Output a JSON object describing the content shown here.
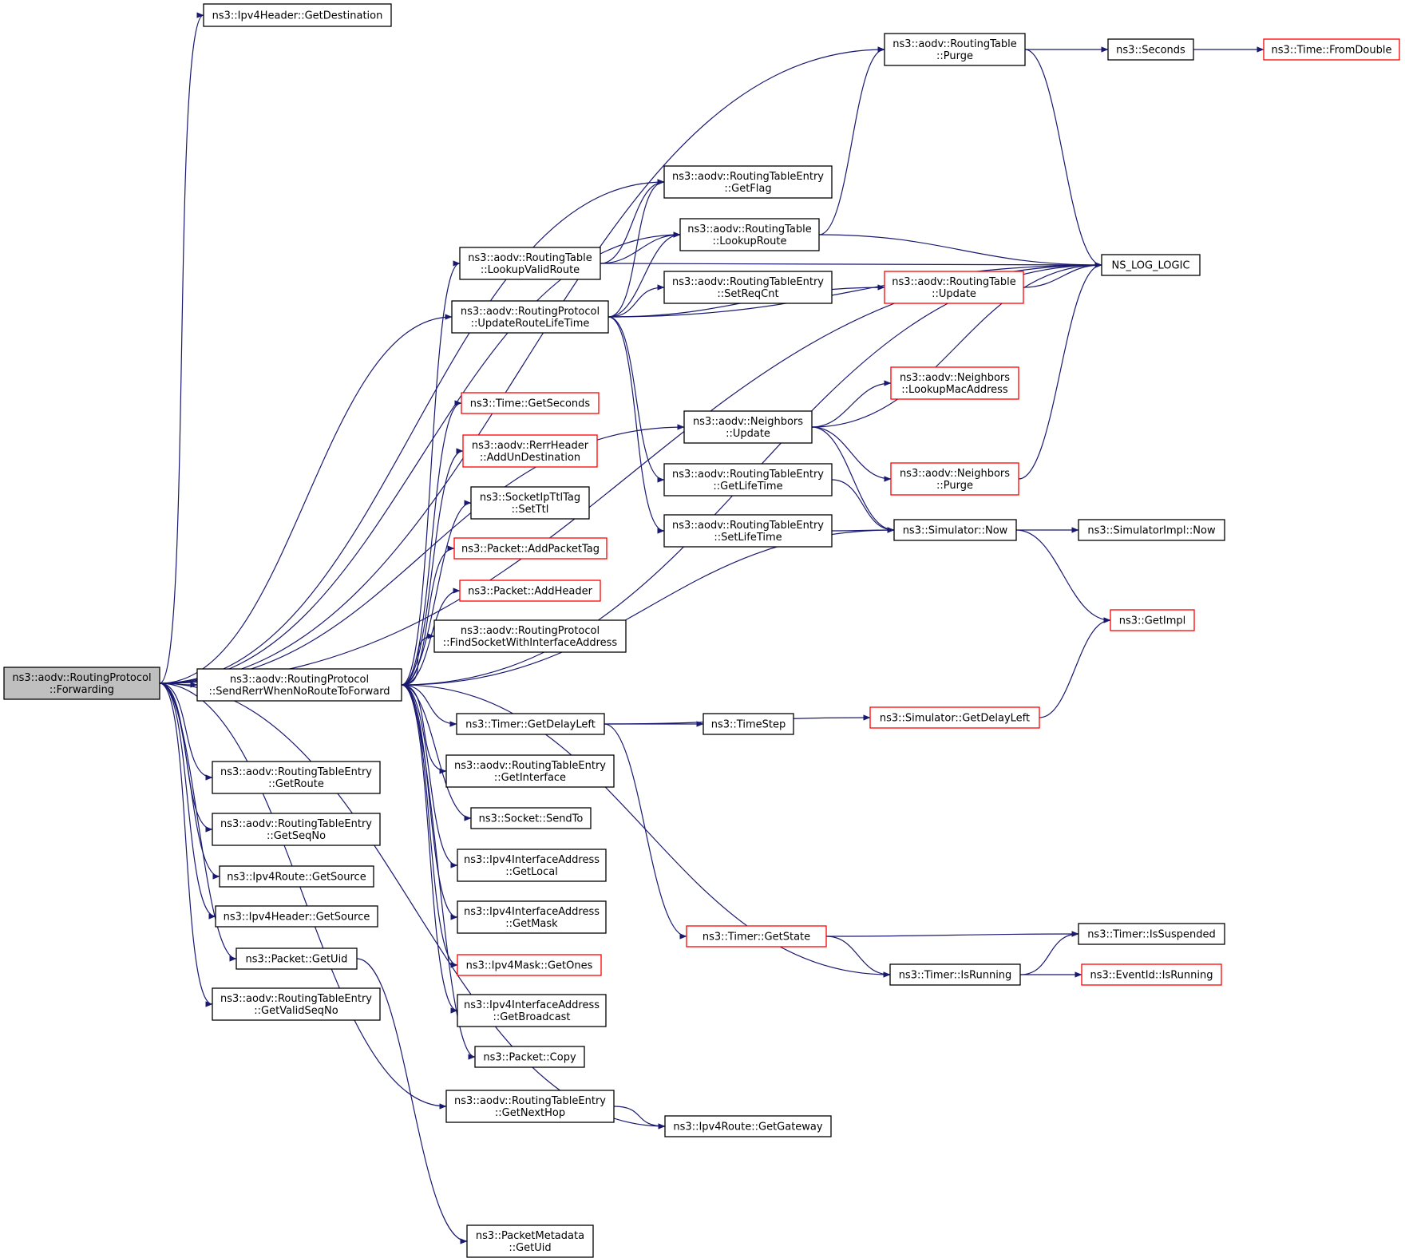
{
  "colors": {
    "edge": "#191970",
    "border_normal": "#000000",
    "border_truncated": "#ff0000",
    "root_fill": "#bfbfbf"
  },
  "nodes": [
    {
      "id": "forwarding",
      "lines": [
        "ns3::aodv::RoutingProtocol",
        "::Forwarding"
      ],
      "style": "root"
    },
    {
      "id": "ipv4hdr_getdest",
      "lines": [
        "ns3::Ipv4Header::GetDestination"
      ],
      "style": "normal"
    },
    {
      "id": "rt_purge",
      "lines": [
        "ns3::aodv::RoutingTable",
        "::Purge"
      ],
      "style": "normal"
    },
    {
      "id": "seconds",
      "lines": [
        "ns3::Seconds"
      ],
      "style": "normal"
    },
    {
      "id": "time_fromdouble",
      "lines": [
        "ns3::Time::FromDouble"
      ],
      "style": "red"
    },
    {
      "id": "rte_getflag",
      "lines": [
        "ns3::aodv::RoutingTableEntry",
        "::GetFlag"
      ],
      "style": "normal"
    },
    {
      "id": "rt_lookuproute",
      "lines": [
        "ns3::aodv::RoutingTable",
        "::LookupRoute"
      ],
      "style": "normal"
    },
    {
      "id": "rt_lookupvalid",
      "lines": [
        "ns3::aodv::RoutingTable",
        "::LookupValidRoute"
      ],
      "style": "normal"
    },
    {
      "id": "ns_log_logic",
      "lines": [
        "NS_LOG_LOGIC"
      ],
      "style": "normal"
    },
    {
      "id": "rte_setreqcnt",
      "lines": [
        "ns3::aodv::RoutingTableEntry",
        "::SetReqCnt"
      ],
      "style": "normal"
    },
    {
      "id": "rt_update",
      "lines": [
        "ns3::aodv::RoutingTable",
        "::Update"
      ],
      "style": "red"
    },
    {
      "id": "rp_updatelife",
      "lines": [
        "ns3::aodv::RoutingProtocol",
        "::UpdateRouteLifeTime"
      ],
      "style": "normal"
    },
    {
      "id": "nb_lookupmac",
      "lines": [
        "ns3::aodv::Neighbors",
        "::LookupMacAddress"
      ],
      "style": "red"
    },
    {
      "id": "time_getseconds",
      "lines": [
        "ns3::Time::GetSeconds"
      ],
      "style": "red"
    },
    {
      "id": "nb_update",
      "lines": [
        "ns3::aodv::Neighbors",
        "::Update"
      ],
      "style": "normal"
    },
    {
      "id": "rerr_addun",
      "lines": [
        "ns3::aodv::RerrHeader",
        "::AddUnDestination"
      ],
      "style": "red"
    },
    {
      "id": "rte_getlifetime",
      "lines": [
        "ns3::aodv::RoutingTableEntry",
        "::GetLifeTime"
      ],
      "style": "normal"
    },
    {
      "id": "nb_purge",
      "lines": [
        "ns3::aodv::Neighbors",
        "::Purge"
      ],
      "style": "red"
    },
    {
      "id": "sock_setttl",
      "lines": [
        "ns3::SocketIpTtlTag",
        "::SetTtl"
      ],
      "style": "normal"
    },
    {
      "id": "rte_setlifetime",
      "lines": [
        "ns3::aodv::RoutingTableEntry",
        "::SetLifeTime"
      ],
      "style": "normal"
    },
    {
      "id": "sim_now",
      "lines": [
        "ns3::Simulator::Now"
      ],
      "style": "normal"
    },
    {
      "id": "simimpl_now",
      "lines": [
        "ns3::SimulatorImpl::Now"
      ],
      "style": "normal"
    },
    {
      "id": "pkt_addtag",
      "lines": [
        "ns3::Packet::AddPacketTag"
      ],
      "style": "red"
    },
    {
      "id": "pkt_addheader",
      "lines": [
        "ns3::Packet::AddHeader"
      ],
      "style": "red"
    },
    {
      "id": "getimpl",
      "lines": [
        "ns3::GetImpl"
      ],
      "style": "red"
    },
    {
      "id": "rp_findsocket",
      "lines": [
        "ns3::aodv::RoutingProtocol",
        "::FindSocketWithInterfaceAddress"
      ],
      "style": "normal"
    },
    {
      "id": "rp_senderr",
      "lines": [
        "ns3::aodv::RoutingProtocol",
        "::SendRerrWhenNoRouteToForward"
      ],
      "style": "normal"
    },
    {
      "id": "sim_getdelayleft",
      "lines": [
        "ns3::Simulator::GetDelayLeft"
      ],
      "style": "red"
    },
    {
      "id": "timer_getdelayleft",
      "lines": [
        "ns3::Timer::GetDelayLeft"
      ],
      "style": "normal"
    },
    {
      "id": "timestep",
      "lines": [
        "ns3::TimeStep"
      ],
      "style": "normal"
    },
    {
      "id": "rte_getroute",
      "lines": [
        "ns3::aodv::RoutingTableEntry",
        "::GetRoute"
      ],
      "style": "normal"
    },
    {
      "id": "rte_getinterface",
      "lines": [
        "ns3::aodv::RoutingTableEntry",
        "::GetInterface"
      ],
      "style": "normal"
    },
    {
      "id": "sock_sendto",
      "lines": [
        "ns3::Socket::SendTo"
      ],
      "style": "normal"
    },
    {
      "id": "rte_getseqno",
      "lines": [
        "ns3::aodv::RoutingTableEntry",
        "::GetSeqNo"
      ],
      "style": "normal"
    },
    {
      "id": "ipv4route_getsource",
      "lines": [
        "ns3::Ipv4Route::GetSource"
      ],
      "style": "normal"
    },
    {
      "id": "ifaddr_getlocal",
      "lines": [
        "ns3::Ipv4InterfaceAddress",
        "::GetLocal"
      ],
      "style": "normal"
    },
    {
      "id": "ipv4hdr_getsource",
      "lines": [
        "ns3::Ipv4Header::GetSource"
      ],
      "style": "normal"
    },
    {
      "id": "ifaddr_getmask",
      "lines": [
        "ns3::Ipv4InterfaceAddress",
        "::GetMask"
      ],
      "style": "normal"
    },
    {
      "id": "timer_getstate",
      "lines": [
        "ns3::Timer::GetState"
      ],
      "style": "red"
    },
    {
      "id": "timer_issuspended",
      "lines": [
        "ns3::Timer::IsSuspended"
      ],
      "style": "normal"
    },
    {
      "id": "pkt_getuid",
      "lines": [
        "ns3::Packet::GetUid"
      ],
      "style": "normal"
    },
    {
      "id": "mask_getones",
      "lines": [
        "ns3::Ipv4Mask::GetOnes"
      ],
      "style": "red"
    },
    {
      "id": "timer_isrunning",
      "lines": [
        "ns3::Timer::IsRunning"
      ],
      "style": "normal"
    },
    {
      "id": "eventid_isrunning",
      "lines": [
        "ns3::EventId::IsRunning"
      ],
      "style": "red"
    },
    {
      "id": "rte_getvalidseqno",
      "lines": [
        "ns3::aodv::RoutingTableEntry",
        "::GetValidSeqNo"
      ],
      "style": "normal"
    },
    {
      "id": "ifaddr_getbroadcast",
      "lines": [
        "ns3::Ipv4InterfaceAddress",
        "::GetBroadcast"
      ],
      "style": "normal"
    },
    {
      "id": "pkt_copy",
      "lines": [
        "ns3::Packet::Copy"
      ],
      "style": "normal"
    },
    {
      "id": "rte_getnexthop",
      "lines": [
        "ns3::aodv::RoutingTableEntry",
        "::GetNextHop"
      ],
      "style": "normal"
    },
    {
      "id": "ipv4route_getgateway",
      "lines": [
        "ns3::Ipv4Route::GetGateway"
      ],
      "style": "normal"
    },
    {
      "id": "pktmeta_getuid",
      "lines": [
        "ns3::PacketMetadata",
        "::GetUid"
      ],
      "style": "normal"
    }
  ],
  "edges": [
    {
      "from": "forwarding",
      "to": "ipv4hdr_getdest"
    },
    {
      "from": "forwarding",
      "to": "rt_purge"
    },
    {
      "from": "forwarding",
      "to": "ns_log_logic"
    },
    {
      "from": "forwarding",
      "to": "rte_getflag"
    },
    {
      "from": "forwarding",
      "to": "rt_lookuproute"
    },
    {
      "from": "forwarding",
      "to": "rp_updatelife"
    },
    {
      "from": "forwarding",
      "to": "nb_update"
    },
    {
      "from": "forwarding",
      "to": "rp_senderr"
    },
    {
      "from": "forwarding",
      "to": "rte_getroute"
    },
    {
      "from": "forwarding",
      "to": "rte_getseqno"
    },
    {
      "from": "forwarding",
      "to": "ipv4route_getsource"
    },
    {
      "from": "forwarding",
      "to": "ipv4hdr_getsource"
    },
    {
      "from": "forwarding",
      "to": "pkt_getuid"
    },
    {
      "from": "forwarding",
      "to": "rte_getvalidseqno"
    },
    {
      "from": "forwarding",
      "to": "rte_getnexthop"
    },
    {
      "from": "forwarding",
      "to": "ipv4route_getgateway"
    },
    {
      "from": "rt_purge",
      "to": "seconds"
    },
    {
      "from": "rt_purge",
      "to": "ns_log_logic"
    },
    {
      "from": "seconds",
      "to": "time_fromdouble"
    },
    {
      "from": "rt_lookuproute",
      "to": "rt_purge"
    },
    {
      "from": "rt_lookuproute",
      "to": "ns_log_logic"
    },
    {
      "from": "rt_lookupvalid",
      "to": "rte_getflag"
    },
    {
      "from": "rt_lookupvalid",
      "to": "rt_lookuproute"
    },
    {
      "from": "rt_lookupvalid",
      "to": "ns_log_logic"
    },
    {
      "from": "rp_updatelife",
      "to": "rte_getflag"
    },
    {
      "from": "rp_updatelife",
      "to": "rt_lookuproute"
    },
    {
      "from": "rp_updatelife",
      "to": "rte_setreqcnt"
    },
    {
      "from": "rp_updatelife",
      "to": "rt_update"
    },
    {
      "from": "rp_updatelife",
      "to": "ns_log_logic"
    },
    {
      "from": "rp_updatelife",
      "to": "rte_getlifetime"
    },
    {
      "from": "rp_updatelife",
      "to": "rte_setlifetime"
    },
    {
      "from": "rt_update",
      "to": "ns_log_logic"
    },
    {
      "from": "nb_update",
      "to": "nb_lookupmac"
    },
    {
      "from": "nb_update",
      "to": "ns_log_logic"
    },
    {
      "from": "nb_update",
      "to": "nb_purge"
    },
    {
      "from": "nb_update",
      "to": "sim_now"
    },
    {
      "from": "nb_purge",
      "to": "ns_log_logic"
    },
    {
      "from": "rte_getlifetime",
      "to": "sim_now"
    },
    {
      "from": "rte_setlifetime",
      "to": "sim_now"
    },
    {
      "from": "sim_now",
      "to": "simimpl_now"
    },
    {
      "from": "sim_now",
      "to": "getimpl"
    },
    {
      "from": "sim_getdelayleft",
      "to": "getimpl"
    },
    {
      "from": "rp_senderr",
      "to": "ns_log_logic"
    },
    {
      "from": "rp_senderr",
      "to": "rt_lookupvalid"
    },
    {
      "from": "rp_senderr",
      "to": "time_getseconds"
    },
    {
      "from": "rp_senderr",
      "to": "rerr_addun"
    },
    {
      "from": "rp_senderr",
      "to": "sock_setttl"
    },
    {
      "from": "rp_senderr",
      "to": "pkt_addtag"
    },
    {
      "from": "rp_senderr",
      "to": "pkt_addheader"
    },
    {
      "from": "rp_senderr",
      "to": "rp_findsocket"
    },
    {
      "from": "rp_senderr",
      "to": "sim_now"
    },
    {
      "from": "rp_senderr",
      "to": "timer_getdelayleft"
    },
    {
      "from": "rp_senderr",
      "to": "rte_getinterface"
    },
    {
      "from": "rp_senderr",
      "to": "sock_sendto"
    },
    {
      "from": "rp_senderr",
      "to": "ifaddr_getlocal"
    },
    {
      "from": "rp_senderr",
      "to": "ifaddr_getmask"
    },
    {
      "from": "rp_senderr",
      "to": "mask_getones"
    },
    {
      "from": "rp_senderr",
      "to": "ifaddr_getbroadcast"
    },
    {
      "from": "rp_senderr",
      "to": "pkt_copy"
    },
    {
      "from": "rp_senderr",
      "to": "timer_isrunning"
    },
    {
      "from": "timer_getdelayleft",
      "to": "timestep"
    },
    {
      "from": "timer_getdelayleft",
      "to": "sim_getdelayleft"
    },
    {
      "from": "timer_getdelayleft",
      "to": "timer_getstate"
    },
    {
      "from": "timer_getstate",
      "to": "timer_issuspended"
    },
    {
      "from": "timer_getstate",
      "to": "timer_isrunning"
    },
    {
      "from": "timer_isrunning",
      "to": "timer_issuspended"
    },
    {
      "from": "timer_isrunning",
      "to": "eventid_isrunning"
    },
    {
      "from": "pkt_getuid",
      "to": "pktmeta_getuid"
    },
    {
      "from": "rte_getnexthop",
      "to": "ipv4route_getgateway"
    }
  ]
}
